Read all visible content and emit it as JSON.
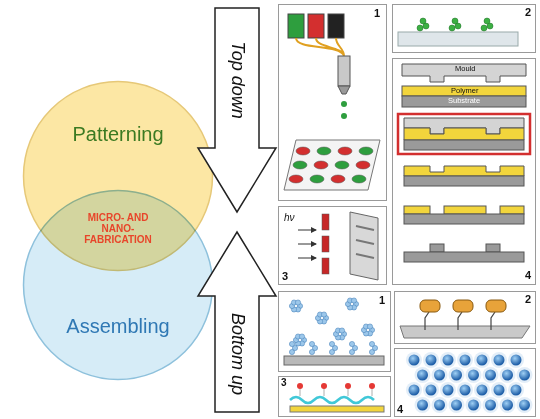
{
  "diagram": {
    "nodes": [
      {
        "text": [
          "Patterning"
        ]
      },
      {
        "text": [
          "Assembling"
        ]
      },
      {
        "text": [
          "Top down"
        ]
      },
      {
        "text": [
          "Bottom up"
        ]
      }
    ],
    "labels": [
      "MICRO- AND NANO-FABRICATION",
      "1",
      "2",
      "3",
      "4",
      "Mould",
      "Polymer",
      "Substrate",
      "hν",
      "1",
      "2",
      "3",
      "4"
    ]
  }
}
